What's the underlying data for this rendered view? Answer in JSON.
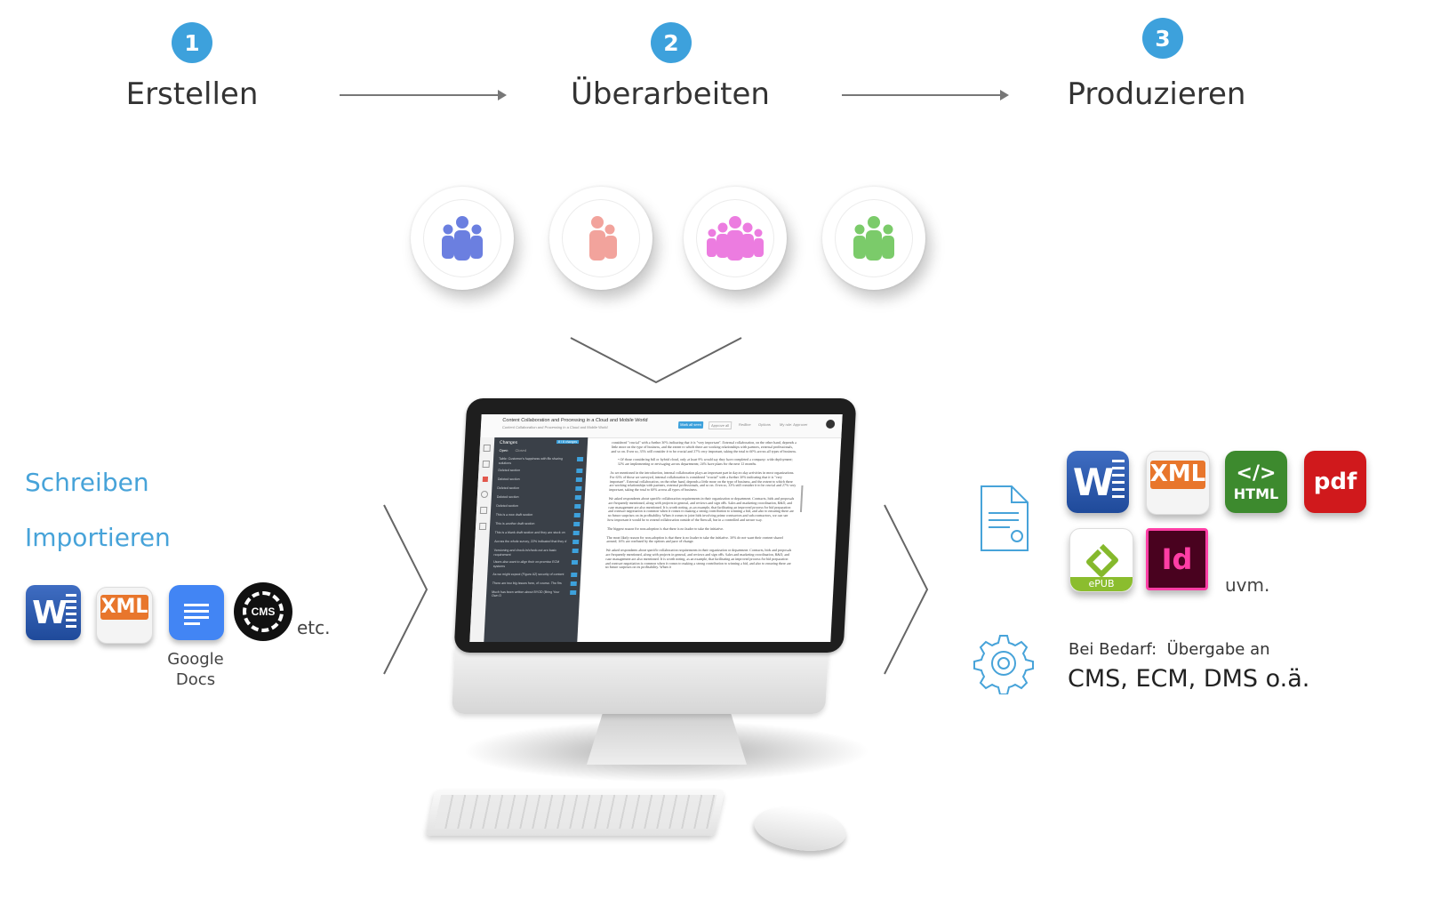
{
  "steps": [
    {
      "number": "1",
      "label": "Erstellen"
    },
    {
      "number": "2",
      "label": "Überarbeiten"
    },
    {
      "number": "3",
      "label": "Produzieren"
    }
  ],
  "groups": [
    {
      "icon": "users-icon",
      "color": "#6b7fe0"
    },
    {
      "icon": "users-icon",
      "color": "#f2a39c"
    },
    {
      "icon": "users-icon",
      "color": "#ec7ce0"
    },
    {
      "icon": "users-icon",
      "color": "#7bcb6a"
    }
  ],
  "left": {
    "write": "Schreiben",
    "import": "Importieren",
    "sources": [
      {
        "icon": "word-icon",
        "label": "W"
      },
      {
        "icon": "xml-icon",
        "label": "XML"
      },
      {
        "icon": "google-docs-icon",
        "label": "Google Docs"
      },
      {
        "icon": "cms-icon",
        "label": "CMS"
      }
    ],
    "google_line1": "Google",
    "google_line2": "Docs",
    "etc": "etc."
  },
  "screen": {
    "title": "Content Collaboration and Processing in a Cloud and Mobile World",
    "subtitle": "Content Collaboration and Processing in a Cloud and Mobile World",
    "sidebar_title": "Changes",
    "sidebar_tabs": [
      "Open",
      "Closed"
    ],
    "sidebar_items": [
      "Table: Customer's happiness with file sharing solutions",
      "Deleted section",
      "Deleted section",
      "Deleted section",
      "Deleted section",
      "Deleted section",
      "This is a new draft section",
      "This is another draft section",
      "This is a blank draft section and they are stuck on",
      "Across the whole survey, 22% indicated that they d",
      "Versioning and check-in/check-out are basic requirement",
      "Users also want to align their on-premise ECM systems",
      "As we might expect (Figure A2) security of content",
      "There are two big issues here, of course. The firs",
      "Much has been written about BYOD (Bring Your Own D"
    ],
    "paragraphs": [
      "considered \"crucial\" with a further 30% indicating that it is \"very important\". External collaboration, on the other hand, depends a little more on the type of business, and the extent to which there are working relationships with partners, external professionals, and so on. Even so, 35% still consider it to be crucial and 27% very important, taking the total to 60% across all types of business.",
      "Of those considering full or hybrid cloud, only at least 9% would say they have completed a company- wide deployment; 32% are implementing or envisaging across departments; 24% have plans for the next 12 months.",
      "As we mentioned in the introduction, internal collaboration plays an important part in day-to-day activities in most organizations. For 63% of those we surveyed, internal collaboration is considered \"crucial\" with a further 30% indicating that it is \"very important\". External collaboration, on the other hand, depends a little more on the type of business, and the extent to which there are working relationships with partners, external professionals, and so on. Even so, 33% still consider it to be crucial and 27% very important, taking the total to 60% across all types of business.",
      "We asked respondents about specific collaboration requirements in their organization or department. Contracts, bids and proposals are frequently mentioned, along with projects in general, and reviews and sign offs. Sales and marketing coordination, R&D, and case management are also mentioned. It is worth noting, as an example, that facilitating an improved process for bid preparation and contract negotiation is common when it comes to making a strong contribution to winning a bid, and also to ensuring there are no future surprises on its profitability. When it comes to joint bids involving prime contractors and sub-contractors, we can see how important it would be to extend collaboration outside of the firewall, but in a controlled and secure way.",
      "The biggest reason for non-adoption is that there is no leader to take the initiative.",
      "The most likely reason for non-adoption is that there is no leader to take the initiative. 30% do not want their content shared around; 16% are confused by the options and pace of change.",
      "We asked respondents about specific collaboration requirements in their organization or department. Contracts, bids and proposals are frequently mentioned, along with projects in general, and reviews and sign offs. Sales and marketing coordination, R&D, and case management are also mentioned. It is worth noting, as an example, that facilitating an improved process for bid preparation and contract negotiation is common when it comes to making a strong contribution to winning a bid, and also to ensuring there are no future surprises on its profitability. When it"
    ],
    "toolbar_button": "Mark all seen",
    "toolbar_approve": "Approve all",
    "toolbar_redline": "Redline",
    "toolbar_options": "Options",
    "toolbar_role": "My role: Approver",
    "changes_badge": "8 / 8 changes"
  },
  "right": {
    "outputs": [
      {
        "icon": "word-icon",
        "label": "W"
      },
      {
        "icon": "xml-icon",
        "label": "XML"
      },
      {
        "icon": "html-icon",
        "label": "HTML"
      },
      {
        "icon": "pdf-icon",
        "label": "pdf"
      },
      {
        "icon": "epub-icon",
        "label": "ePUB"
      },
      {
        "icon": "indesign-icon",
        "label": "Id"
      }
    ],
    "more": "uvm.",
    "handover_label": "Bei Bedarf:  Übergabe an",
    "handover_targets": "CMS, ECM, DMS o.ä."
  },
  "colors": {
    "accent": "#3da1dc",
    "link": "#47a3d9",
    "arrow": "#777777"
  }
}
